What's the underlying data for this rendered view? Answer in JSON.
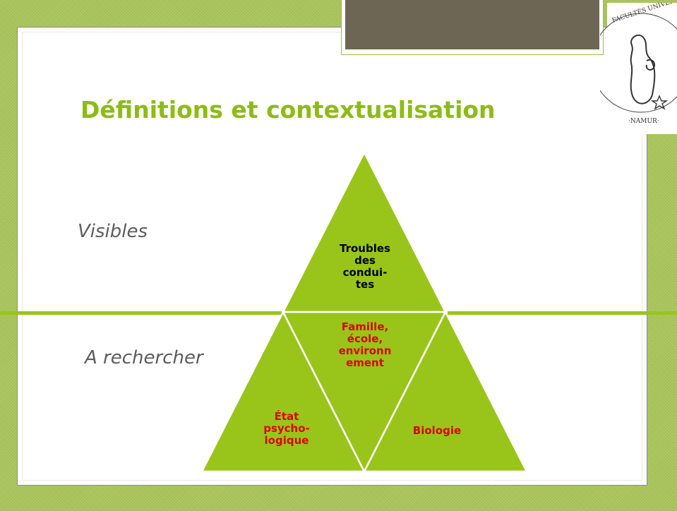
{
  "slide": {
    "title": "Définitions et contextualisation",
    "label_visible": "Visibles",
    "label_search": "A rechercher"
  },
  "logo": {
    "name": "facultes-universitaires-namur-seal",
    "text": "FACULTÉS UNIVERSITAIRES NOTRE-DAME DE LA PAIX · NAMUR"
  },
  "pyramid": {
    "top": "Troubles\ndes\ncondui-\ntes",
    "middle": "Famille,\nécole,\nenvironn\nement",
    "left": "État\npsycho-\nlogique",
    "right": "Biologie"
  },
  "colors": {
    "title": "#8dbb16",
    "triangle": "#99c51a",
    "triangle_border": "#ffffff",
    "header_tab": "#6e6655",
    "frame": "#a9c55a",
    "red_text": "#e00000"
  }
}
